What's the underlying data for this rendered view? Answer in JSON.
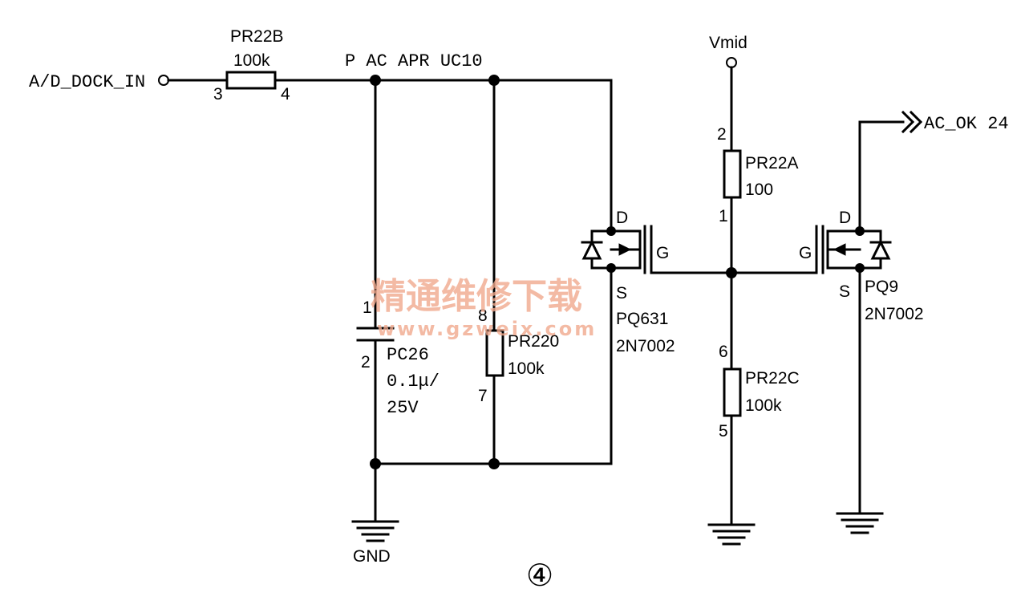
{
  "nets": {
    "input": "A/D_DOCK_IN",
    "node": "P AC APR UC10",
    "vmid": "Vmid",
    "output": "AC_OK 24",
    "gnd": "GND"
  },
  "resistors": {
    "pr22b": {
      "ref": "PR22B",
      "value": "100k",
      "pin_a": "3",
      "pin_b": "4"
    },
    "pr22a": {
      "ref": "PR22A",
      "value": "100",
      "pin_a": "2",
      "pin_b": "1"
    },
    "pr22c": {
      "ref": "PR22C",
      "value": "100k",
      "pin_a": "6",
      "pin_b": "5"
    },
    "pr220": {
      "ref": "PR220",
      "value": "100k",
      "pin_a": "8",
      "pin_b": "7"
    }
  },
  "capacitor": {
    "ref": "PC26",
    "value": "0.1μ/",
    "rating": "25V",
    "pin_a": "1",
    "pin_b": "2"
  },
  "mosfets": {
    "pq631": {
      "ref": "PQ631",
      "part": "2N7002",
      "d": "D",
      "g": "G",
      "s": "S"
    },
    "pq9": {
      "ref": "PQ9",
      "part": "2N7002",
      "d": "D",
      "g": "G",
      "s": "S"
    }
  },
  "figure_number": "④",
  "watermark": {
    "text": "精通维修下载",
    "url": "www.gzweix.com"
  }
}
